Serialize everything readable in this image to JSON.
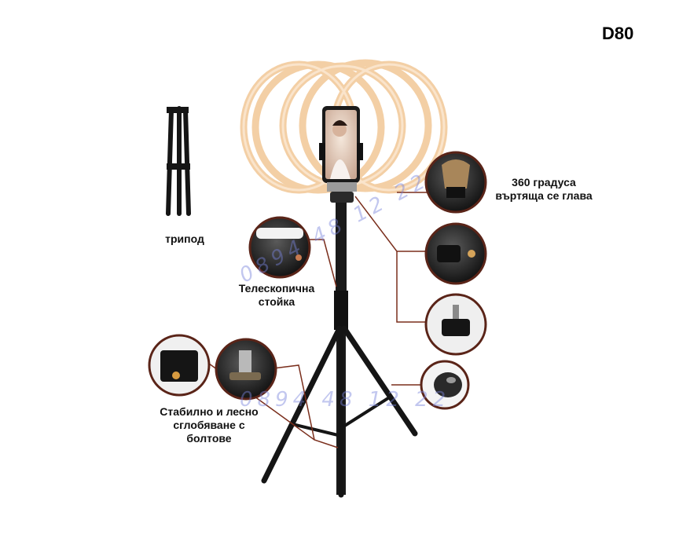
{
  "model_code": "D80",
  "labels": {
    "tripod": "трипод",
    "telescopic_line1": "Телескопична",
    "telescopic_line2": "стойка",
    "head_line1": "360 градуса",
    "head_line2": "въртяща се глава",
    "stable_line1": "Стабилно и лесно",
    "stable_line2": "сглобяване с",
    "stable_line3": "болтове"
  },
  "watermarks": {
    "phone_upper": "0894 48 12 22",
    "phone_lower": "0894 48 12 22"
  },
  "colors": {
    "ring_glow": "#f3c79a",
    "stand": "#1a1a1a",
    "callout_line": "#7a2e1c",
    "callout_border": "#5a2418"
  }
}
